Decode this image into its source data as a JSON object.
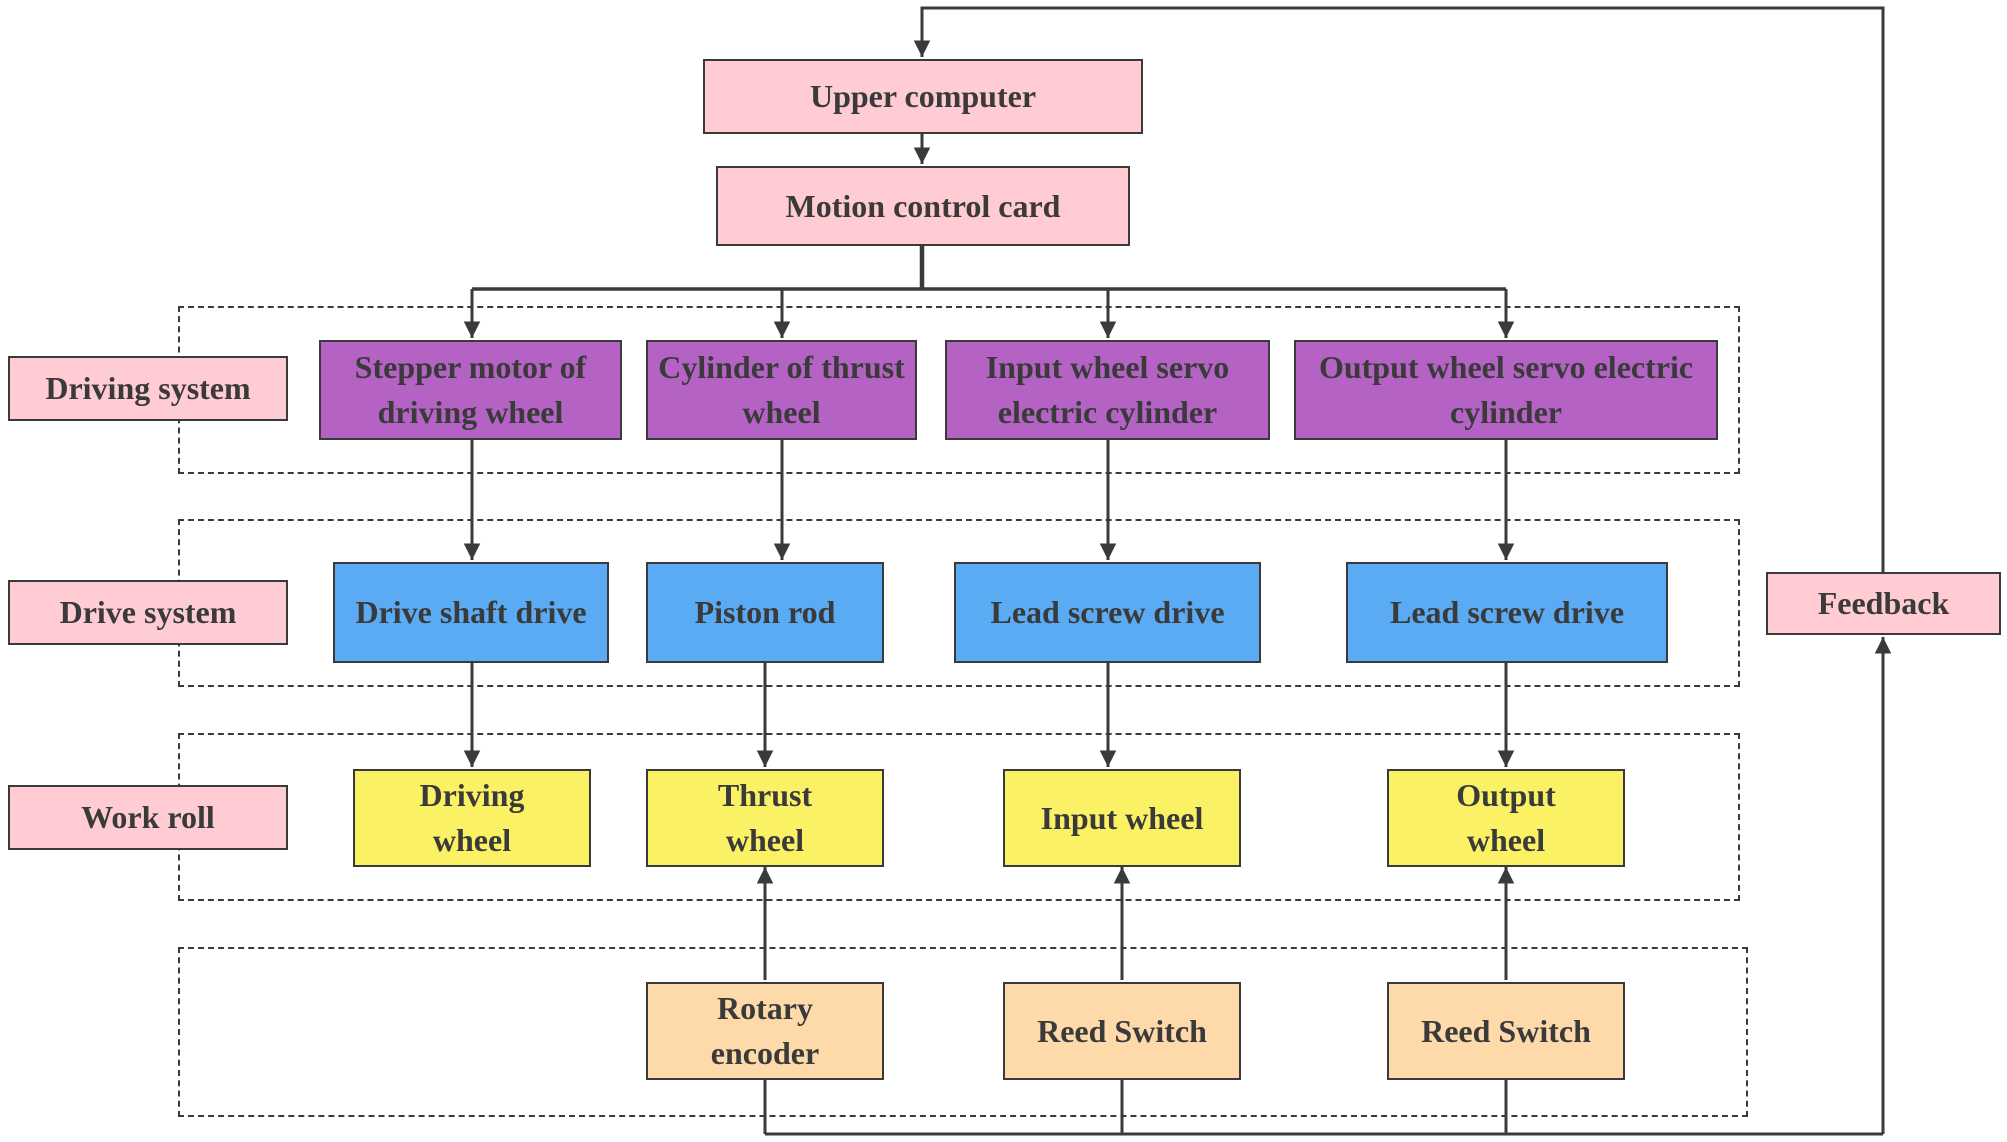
{
  "colors": {
    "pink": "#ffccd3",
    "purple": "#b463c5",
    "blue": "#5aabf4",
    "yellow": "#fbf164",
    "peach": "#fedaab",
    "line": "#3a3a3a"
  },
  "top": {
    "upper_computer": "Upper computer",
    "motion_control_card": "Motion control card",
    "feedback": "Feedback"
  },
  "row_labels": {
    "driving_system": "Driving system",
    "drive_system": "Drive system",
    "work_roll": "Work roll"
  },
  "driving_system": {
    "stepper_motor": "Stepper motor of driving wheel",
    "cylinder": "Cylinder of thrust wheel",
    "input_servo": "Input wheel servo electric cylinder",
    "output_servo": "Output wheel servo electric cylinder"
  },
  "drive_system": {
    "drive_shaft": "Drive shaft drive",
    "piston_rod": "Piston rod",
    "lead_screw_1": "Lead screw drive",
    "lead_screw_2": "Lead screw drive"
  },
  "work_roll": {
    "driving_wheel": "Driving wheel",
    "thrust_wheel": "Thrust wheel",
    "input_wheel": "Input wheel",
    "output_wheel": "Output wheel"
  },
  "sensors": {
    "rotary_encoder": "Rotary encoder",
    "reed_switch_1": "Reed Switch",
    "reed_switch_2": "Reed Switch"
  }
}
